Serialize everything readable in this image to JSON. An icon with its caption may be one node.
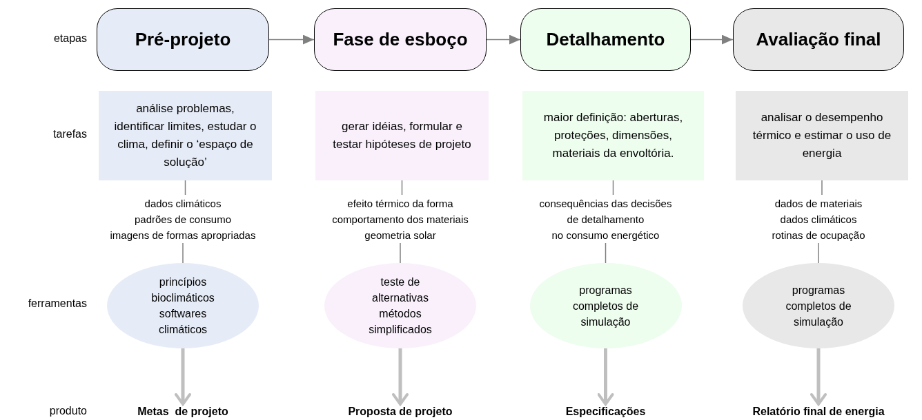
{
  "diagram": {
    "nodes": [
      {
        "text": [
          "Pré-projeto"
        ]
      },
      {
        "text": [
          "Fase de esboço"
        ]
      },
      {
        "text": [
          "Detalhamento"
        ]
      },
      {
        "text": [
          "Avaliação final"
        ]
      },
      {
        "text": [
          "análise  problemas, identificar limites, estudar o clima, definir o ‘espaço de solução’"
        ]
      },
      {
        "text": [
          "gerar idéias, formular e testar hipóteses de projeto"
        ]
      },
      {
        "text": [
          "maior definição: aberturas, proteções, dimensões, materiais da envoltória."
        ]
      },
      {
        "text": [
          "analisar o desempenho térmico e estimar o uso de energia"
        ]
      },
      {
        "text": [
          "dados climáticos",
          "padrões de consumo",
          "imagens de formas apropriadas"
        ]
      },
      {
        "text": [
          "efeito térmico da forma",
          "comportamento dos materiais",
          "geometria solar"
        ]
      },
      {
        "text": [
          "consequências das decisões",
          "de detalhamento",
          "no consumo energético"
        ]
      },
      {
        "text": [
          "dados de materiais",
          "dados climáticos",
          "rotinas de ocupação"
        ]
      },
      {
        "text": [
          "princípios bioclimáticos",
          "softwares climáticos"
        ]
      },
      {
        "text": [
          "teste de alternativas",
          "métodos simplificados"
        ]
      },
      {
        "text": [
          "programas completos de simulação"
        ]
      },
      {
        "text": [
          "programas completos de simulação"
        ]
      },
      {
        "text": [
          "Metas  de projeto"
        ]
      },
      {
        "text": [
          "Proposta de projeto"
        ]
      },
      {
        "text": [
          "Especificações"
        ]
      },
      {
        "text": [
          "Relatório final de energia"
        ]
      }
    ],
    "edges": [
      {
        "from": 0,
        "to": 1,
        "arrow": "to"
      },
      {
        "from": 1,
        "to": 2,
        "arrow": "to"
      },
      {
        "from": 2,
        "to": 3,
        "arrow": "to"
      },
      {
        "from": 4,
        "to": 8,
        "arrow": "none"
      },
      {
        "from": 5,
        "to": 9,
        "arrow": "none"
      },
      {
        "from": 6,
        "to": 10,
        "arrow": "none"
      },
      {
        "from": 7,
        "to": 11,
        "arrow": "none"
      },
      {
        "from": 8,
        "to": 12,
        "arrow": "none"
      },
      {
        "from": 9,
        "to": 13,
        "arrow": "none"
      },
      {
        "from": 10,
        "to": 14,
        "arrow": "none"
      },
      {
        "from": 11,
        "to": 15,
        "arrow": "none"
      },
      {
        "from": 12,
        "to": 16,
        "arrow": "to",
        "style": "thick",
        "color": "#bfbfbf"
      },
      {
        "from": 13,
        "to": 17,
        "arrow": "to",
        "style": "thick",
        "color": "#bfbfbf"
      },
      {
        "from": 14,
        "to": 18,
        "arrow": "to",
        "style": "thick",
        "color": "#bfbfbf"
      },
      {
        "from": 15,
        "to": 19,
        "arrow": "to",
        "style": "thick",
        "color": "#bfbfbf"
      }
    ],
    "labels": [
      "etapas",
      "tarefas",
      "ferramentas",
      "produto"
    ]
  }
}
